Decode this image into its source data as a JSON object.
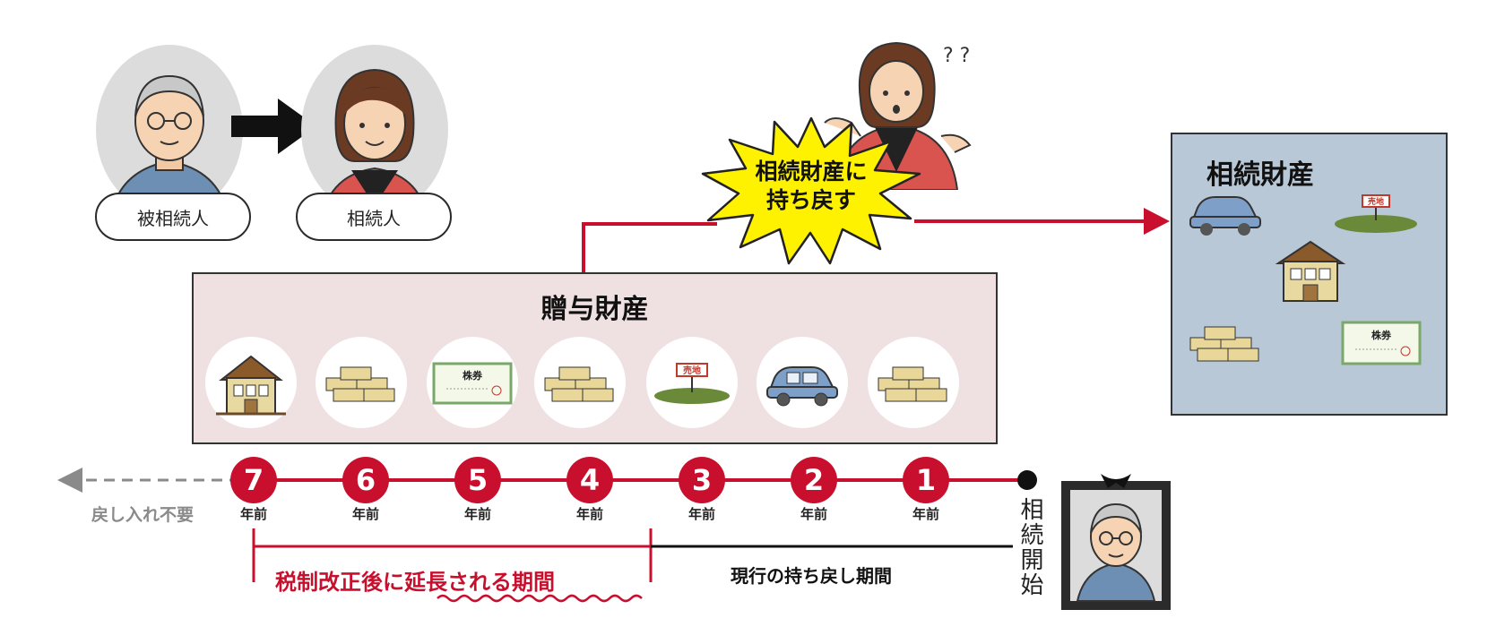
{
  "people": {
    "decedent_label": "被相続人",
    "heir_label": "相続人"
  },
  "burst": {
    "line1": "相続財産に",
    "line2": "持ち戻す"
  },
  "confused_marks": "? ?",
  "gift_box": {
    "title": "贈与財産"
  },
  "estate_box": {
    "title": "相続財産"
  },
  "sign_text": "売地",
  "stock_text": "株券",
  "timeline": {
    "years": [
      {
        "num": "7",
        "label": "年前"
      },
      {
        "num": "6",
        "label": "年前"
      },
      {
        "num": "5",
        "label": "年前"
      },
      {
        "num": "4",
        "label": "年前"
      },
      {
        "num": "3",
        "label": "年前"
      },
      {
        "num": "2",
        "label": "年前"
      },
      {
        "num": "1",
        "label": "年前"
      }
    ],
    "no_return_label": "戻し入れ不要",
    "extended_period_label": "税制改正後に延長される期間",
    "current_period_label": "現行の持ち戻し期間",
    "inheritance_start_label": "相続開始"
  },
  "colors": {
    "accent_red": "#c8102e",
    "gift_bg": "#efe0e2",
    "estate_bg": "#b9c8d7",
    "burst_yellow": "#fff200"
  }
}
